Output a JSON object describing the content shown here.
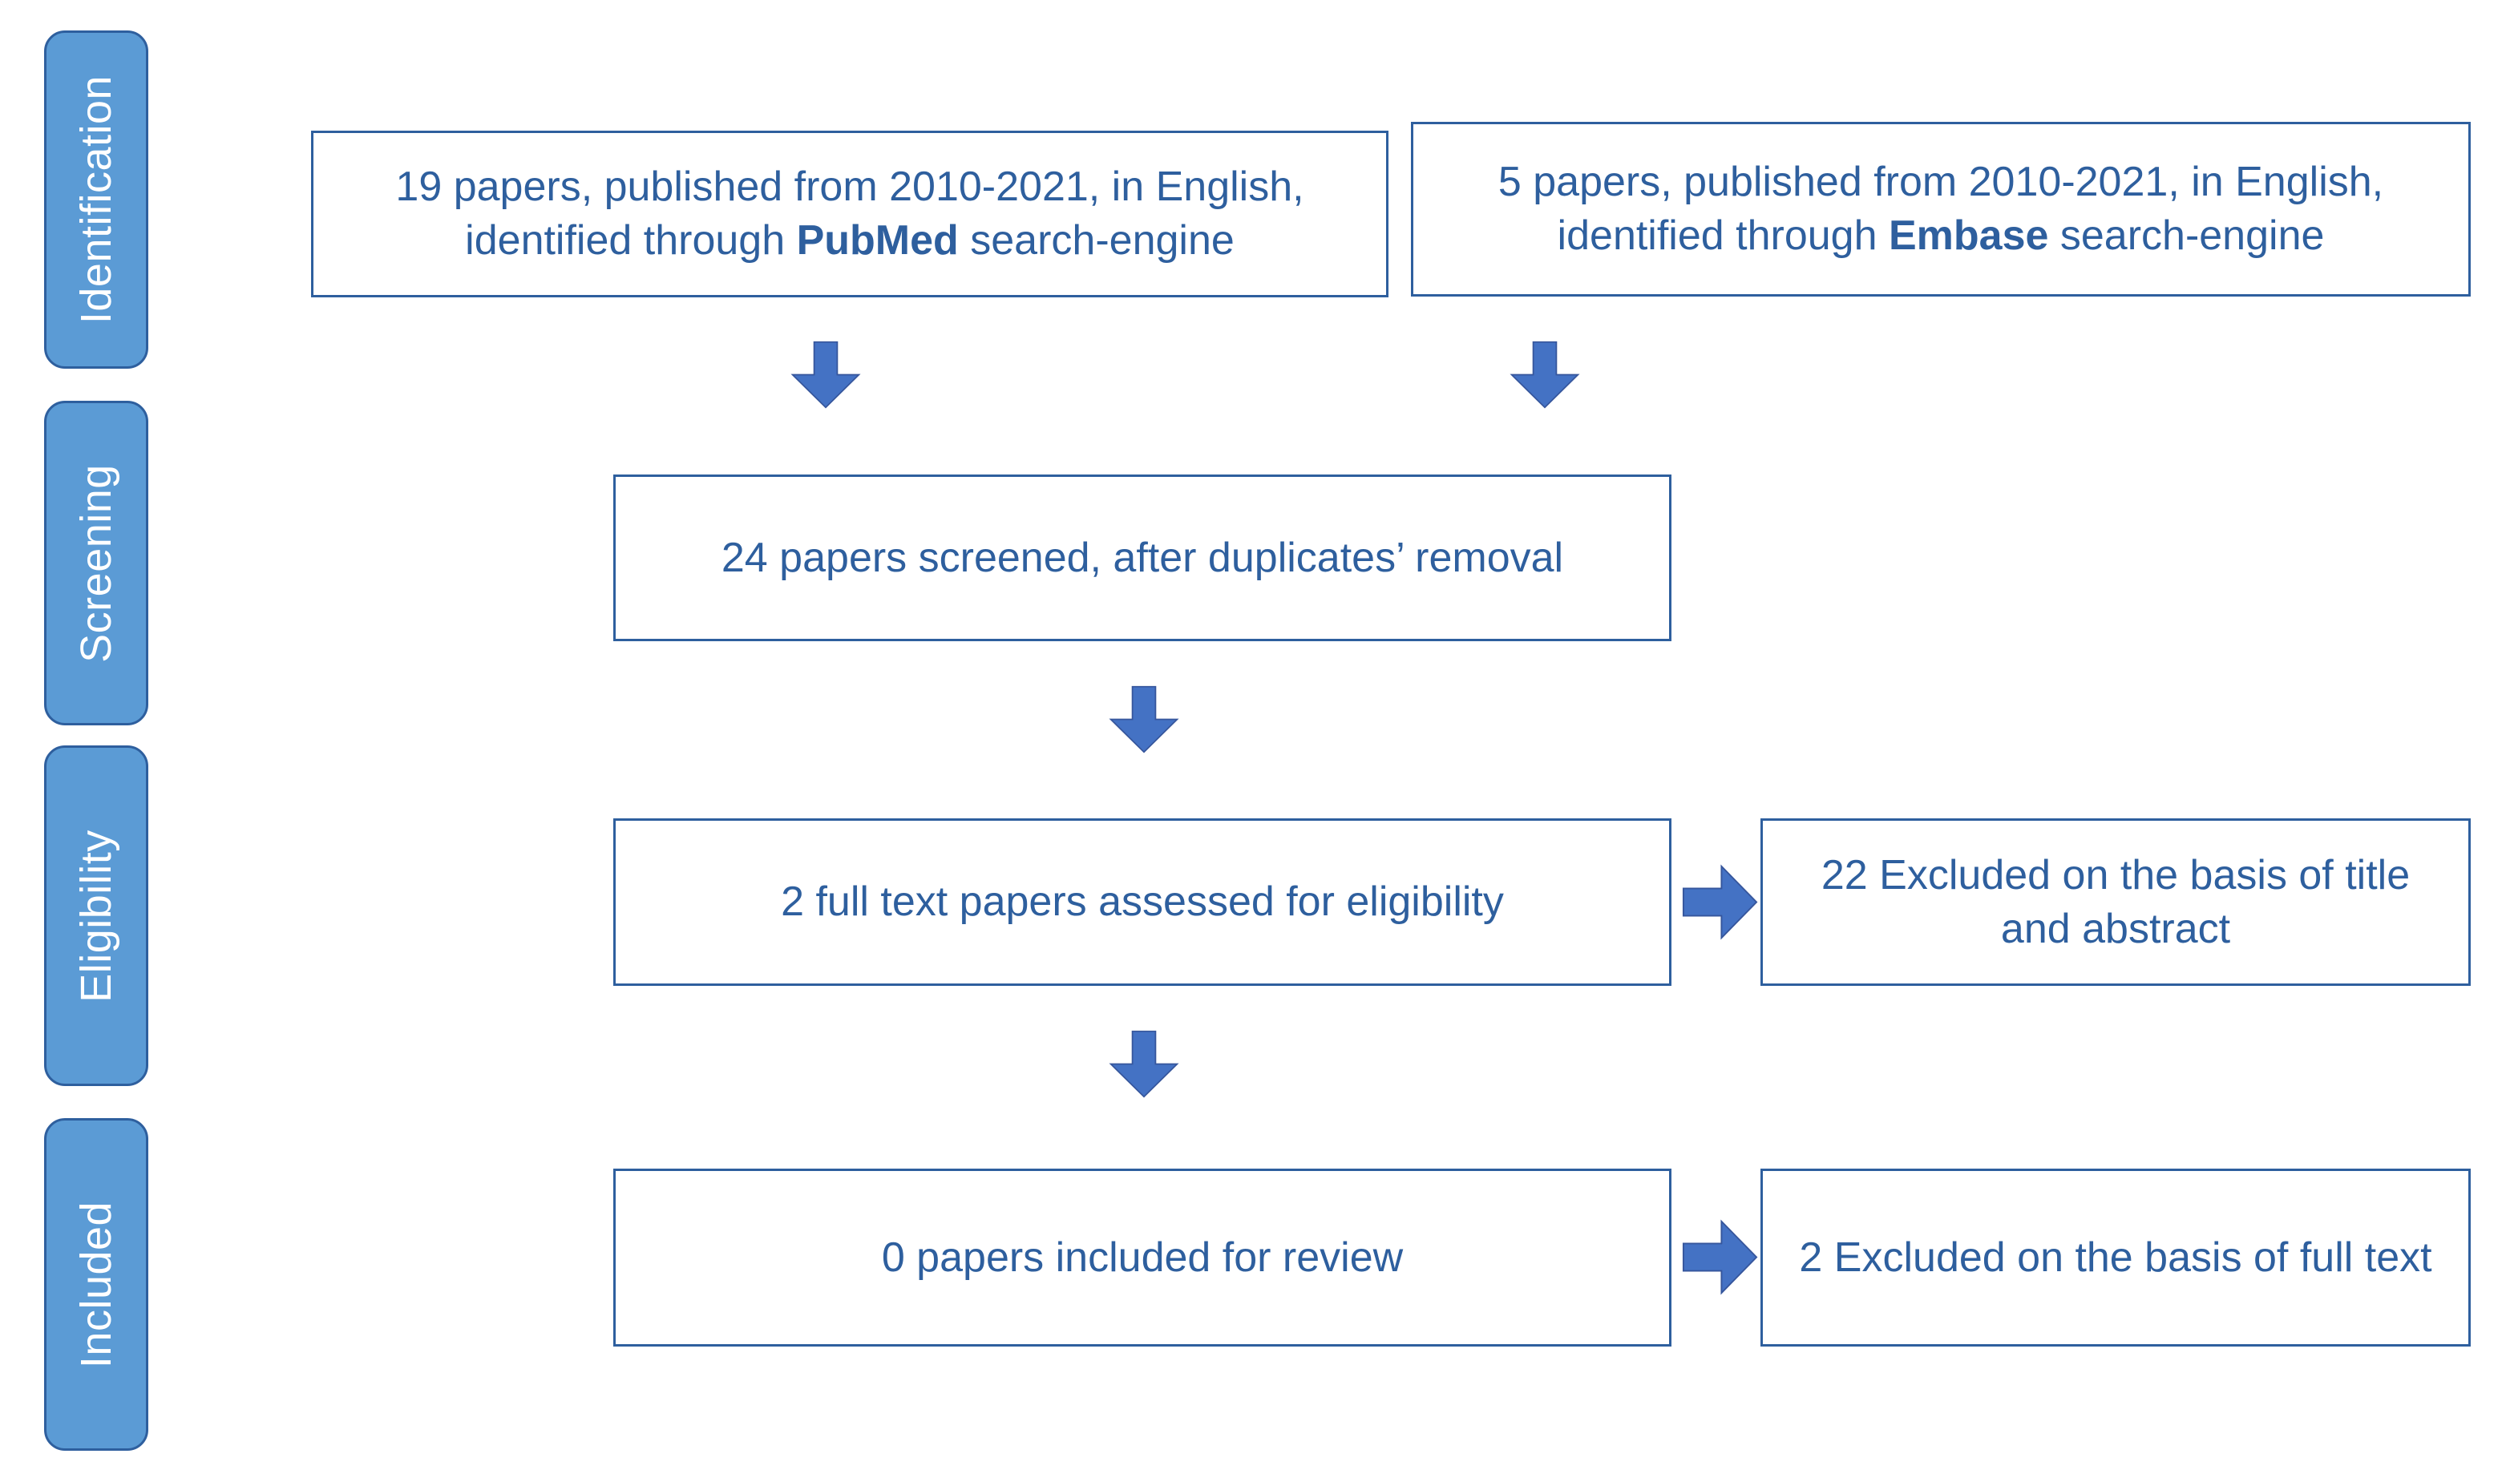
{
  "diagram": {
    "type": "prisma-flow-diagram",
    "accent_color": "#4472C4",
    "pill_fill_color": "#5B9BD5",
    "box_border_color": "#2E5F9E",
    "text_color": "#2E5F9E"
  },
  "stages": [
    {
      "label": "Identification"
    },
    {
      "label": "Screening"
    },
    {
      "label": "Eligibility"
    },
    {
      "label": "Included"
    }
  ],
  "boxes": {
    "pubmed": {
      "line1": "19 papers, published from 2010-2021, in English,",
      "line2_prefix": "identified through ",
      "line2_bold": "PubMed",
      "line2_suffix": " search-engine",
      "count": "19",
      "source": "PubMed",
      "years": "2010-2021",
      "language": "English"
    },
    "embase": {
      "line1": "5 papers, published from 2010-2021, in English,",
      "line2_prefix": "identified through ",
      "line2_bold": "Embase",
      "line2_suffix": " search-engine",
      "count": "5",
      "source": "Embase",
      "years": "2010-2021",
      "language": "English"
    },
    "screened": {
      "text": "24 papers screened, after duplicates’ removal",
      "count": "24"
    },
    "eligibility": {
      "text": "2 full text papers assessed for eligibility",
      "count": "2"
    },
    "included": {
      "text": "0 papers included for review",
      "count": "0"
    },
    "excluded_title_abstract": {
      "text": "22 Excluded on the basis of title and abstract",
      "count": "22"
    },
    "excluded_full_text": {
      "text": "2 Excluded on the basis of full text",
      "count": "2"
    }
  },
  "arrows": [
    {
      "name": "pubmed-to-screened",
      "direction": "down"
    },
    {
      "name": "embase-to-screened",
      "direction": "down"
    },
    {
      "name": "screened-to-eligibility",
      "direction": "down"
    },
    {
      "name": "eligibility-to-included",
      "direction": "down"
    },
    {
      "name": "eligibility-to-excluded",
      "direction": "right"
    },
    {
      "name": "included-to-excluded",
      "direction": "right"
    }
  ]
}
